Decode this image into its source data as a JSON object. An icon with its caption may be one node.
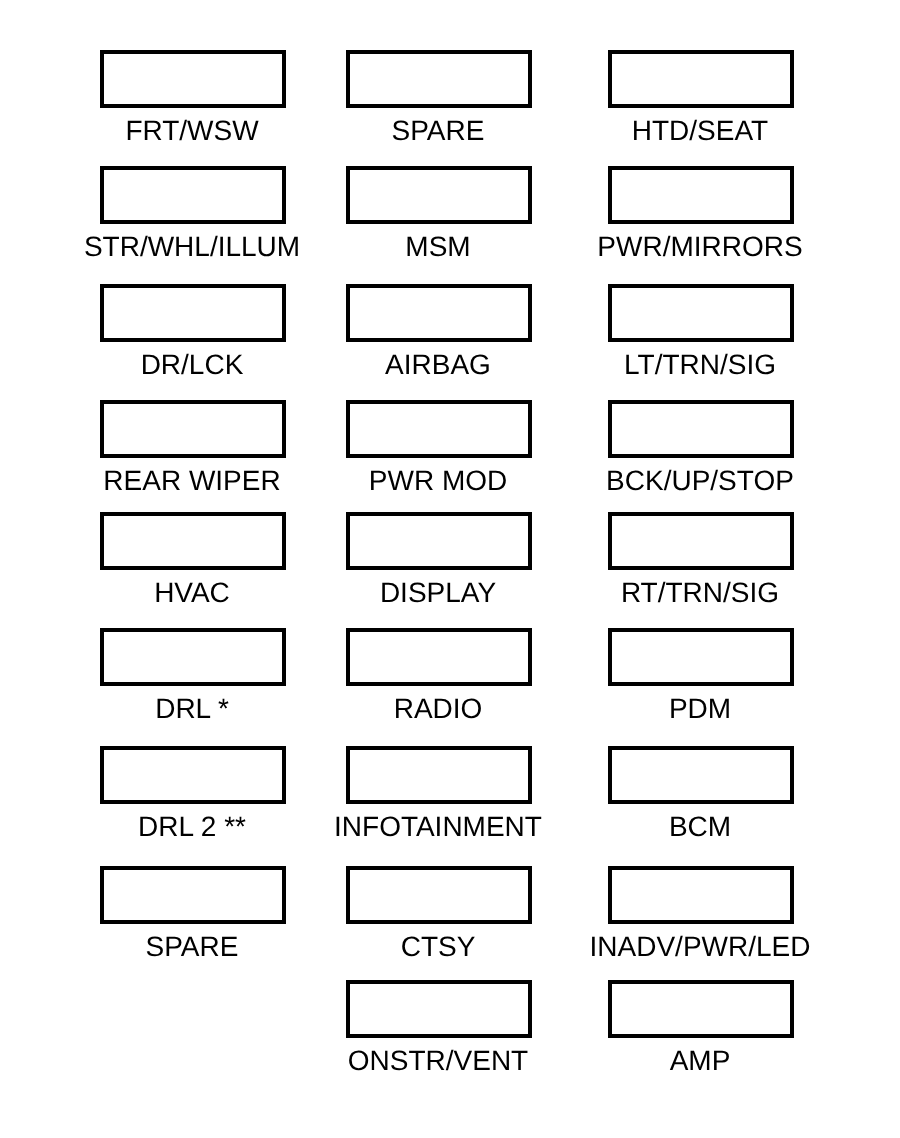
{
  "diagram": {
    "nodes": [
      {
        "text": [
          "FRT/WSW"
        ]
      },
      {
        "text": [
          "SPARE"
        ]
      },
      {
        "text": [
          "HTD/SEAT"
        ]
      },
      {
        "text": [
          "STR/WHL/ILLUM"
        ]
      },
      {
        "text": [
          "MSM"
        ]
      },
      {
        "text": [
          "PWR/MIRRORS"
        ]
      },
      {
        "text": [
          "DR/LCK"
        ]
      },
      {
        "text": [
          "AIRBAG"
        ]
      },
      {
        "text": [
          "LT/TRN/SIG"
        ]
      },
      {
        "text": [
          "REAR WIPER"
        ]
      },
      {
        "text": [
          "PWR MOD"
        ]
      },
      {
        "text": [
          "BCK/UP/STOP"
        ]
      },
      {
        "text": [
          "HVAC"
        ]
      },
      {
        "text": [
          "DISPLAY"
        ]
      },
      {
        "text": [
          "RT/TRN/SIG"
        ]
      },
      {
        "text": [
          "DRL *"
        ]
      },
      {
        "text": [
          "RADIO"
        ]
      },
      {
        "text": [
          "PDM"
        ]
      },
      {
        "text": [
          "DRL 2 **"
        ]
      },
      {
        "text": [
          "INFOTAINMENT"
        ]
      },
      {
        "text": [
          "BCM"
        ]
      },
      {
        "text": [
          "SPARE"
        ]
      },
      {
        "text": [
          "CTSY"
        ]
      },
      {
        "text": [
          "INADV/PWR/LED"
        ]
      },
      {
        "text": [
          "ONSTR/VENT"
        ]
      },
      {
        "text": [
          "AMP"
        ]
      }
    ]
  }
}
